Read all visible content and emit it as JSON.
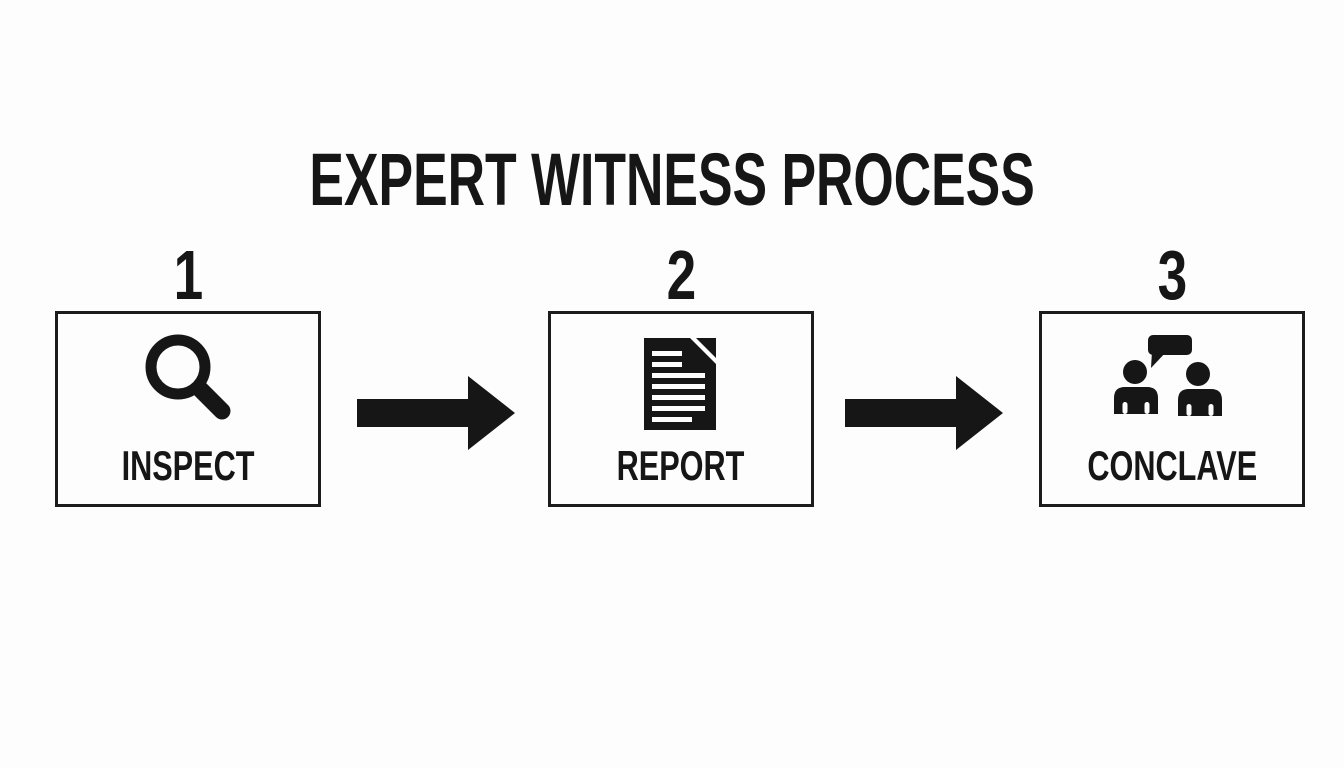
{
  "diagram": {
    "title": "EXPERT WITNESS PROCESS",
    "steps": [
      {
        "number": "1",
        "label": "INSPECT",
        "icon": "magnifying-glass"
      },
      {
        "number": "2",
        "label": "REPORT",
        "icon": "document"
      },
      {
        "number": "3",
        "label": "CONCLAVE",
        "icon": "people-conversation"
      }
    ],
    "connectors": [
      {
        "type": "arrow-right"
      },
      {
        "type": "arrow-right"
      }
    ],
    "colors": {
      "ink": "#161616",
      "background": "#fdfdfd",
      "box_border": "#1c1c1c"
    }
  }
}
